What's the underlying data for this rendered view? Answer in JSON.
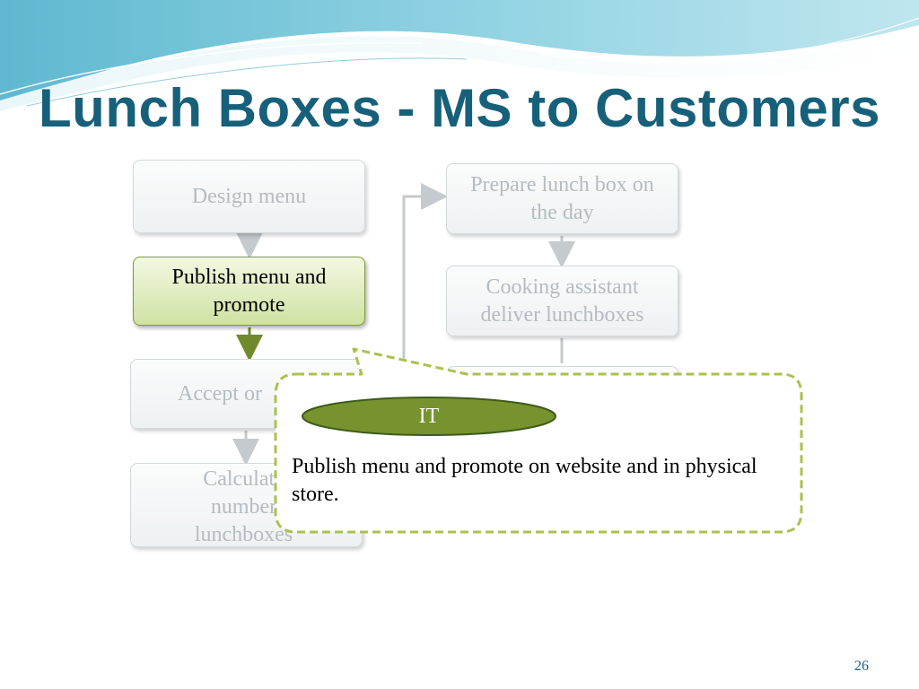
{
  "slide": {
    "title": "Lunch Boxes - MS to Customers",
    "page_number": "26"
  },
  "flow": {
    "left_column": [
      {
        "label": "Design menu",
        "state": "inactive"
      },
      {
        "label": "Publish menu and promote",
        "state": "active"
      },
      {
        "label": "Accept or",
        "state": "inactive"
      },
      {
        "label": "Calculate number lunchboxes",
        "state": "inactive"
      }
    ],
    "right_column": [
      {
        "label": "Prepare lunch box on the day",
        "state": "inactive"
      },
      {
        "label": "Cooking assistant deliver lunchboxes",
        "state": "inactive"
      }
    ]
  },
  "callout": {
    "role_badge": "IT",
    "text": "Publish menu and promote on website and in physical store."
  },
  "colors": {
    "title": "#17607a",
    "active_box_border": "#7e9a3c",
    "badge_fill": "#76932e",
    "callout_border": "#a9c24e"
  }
}
